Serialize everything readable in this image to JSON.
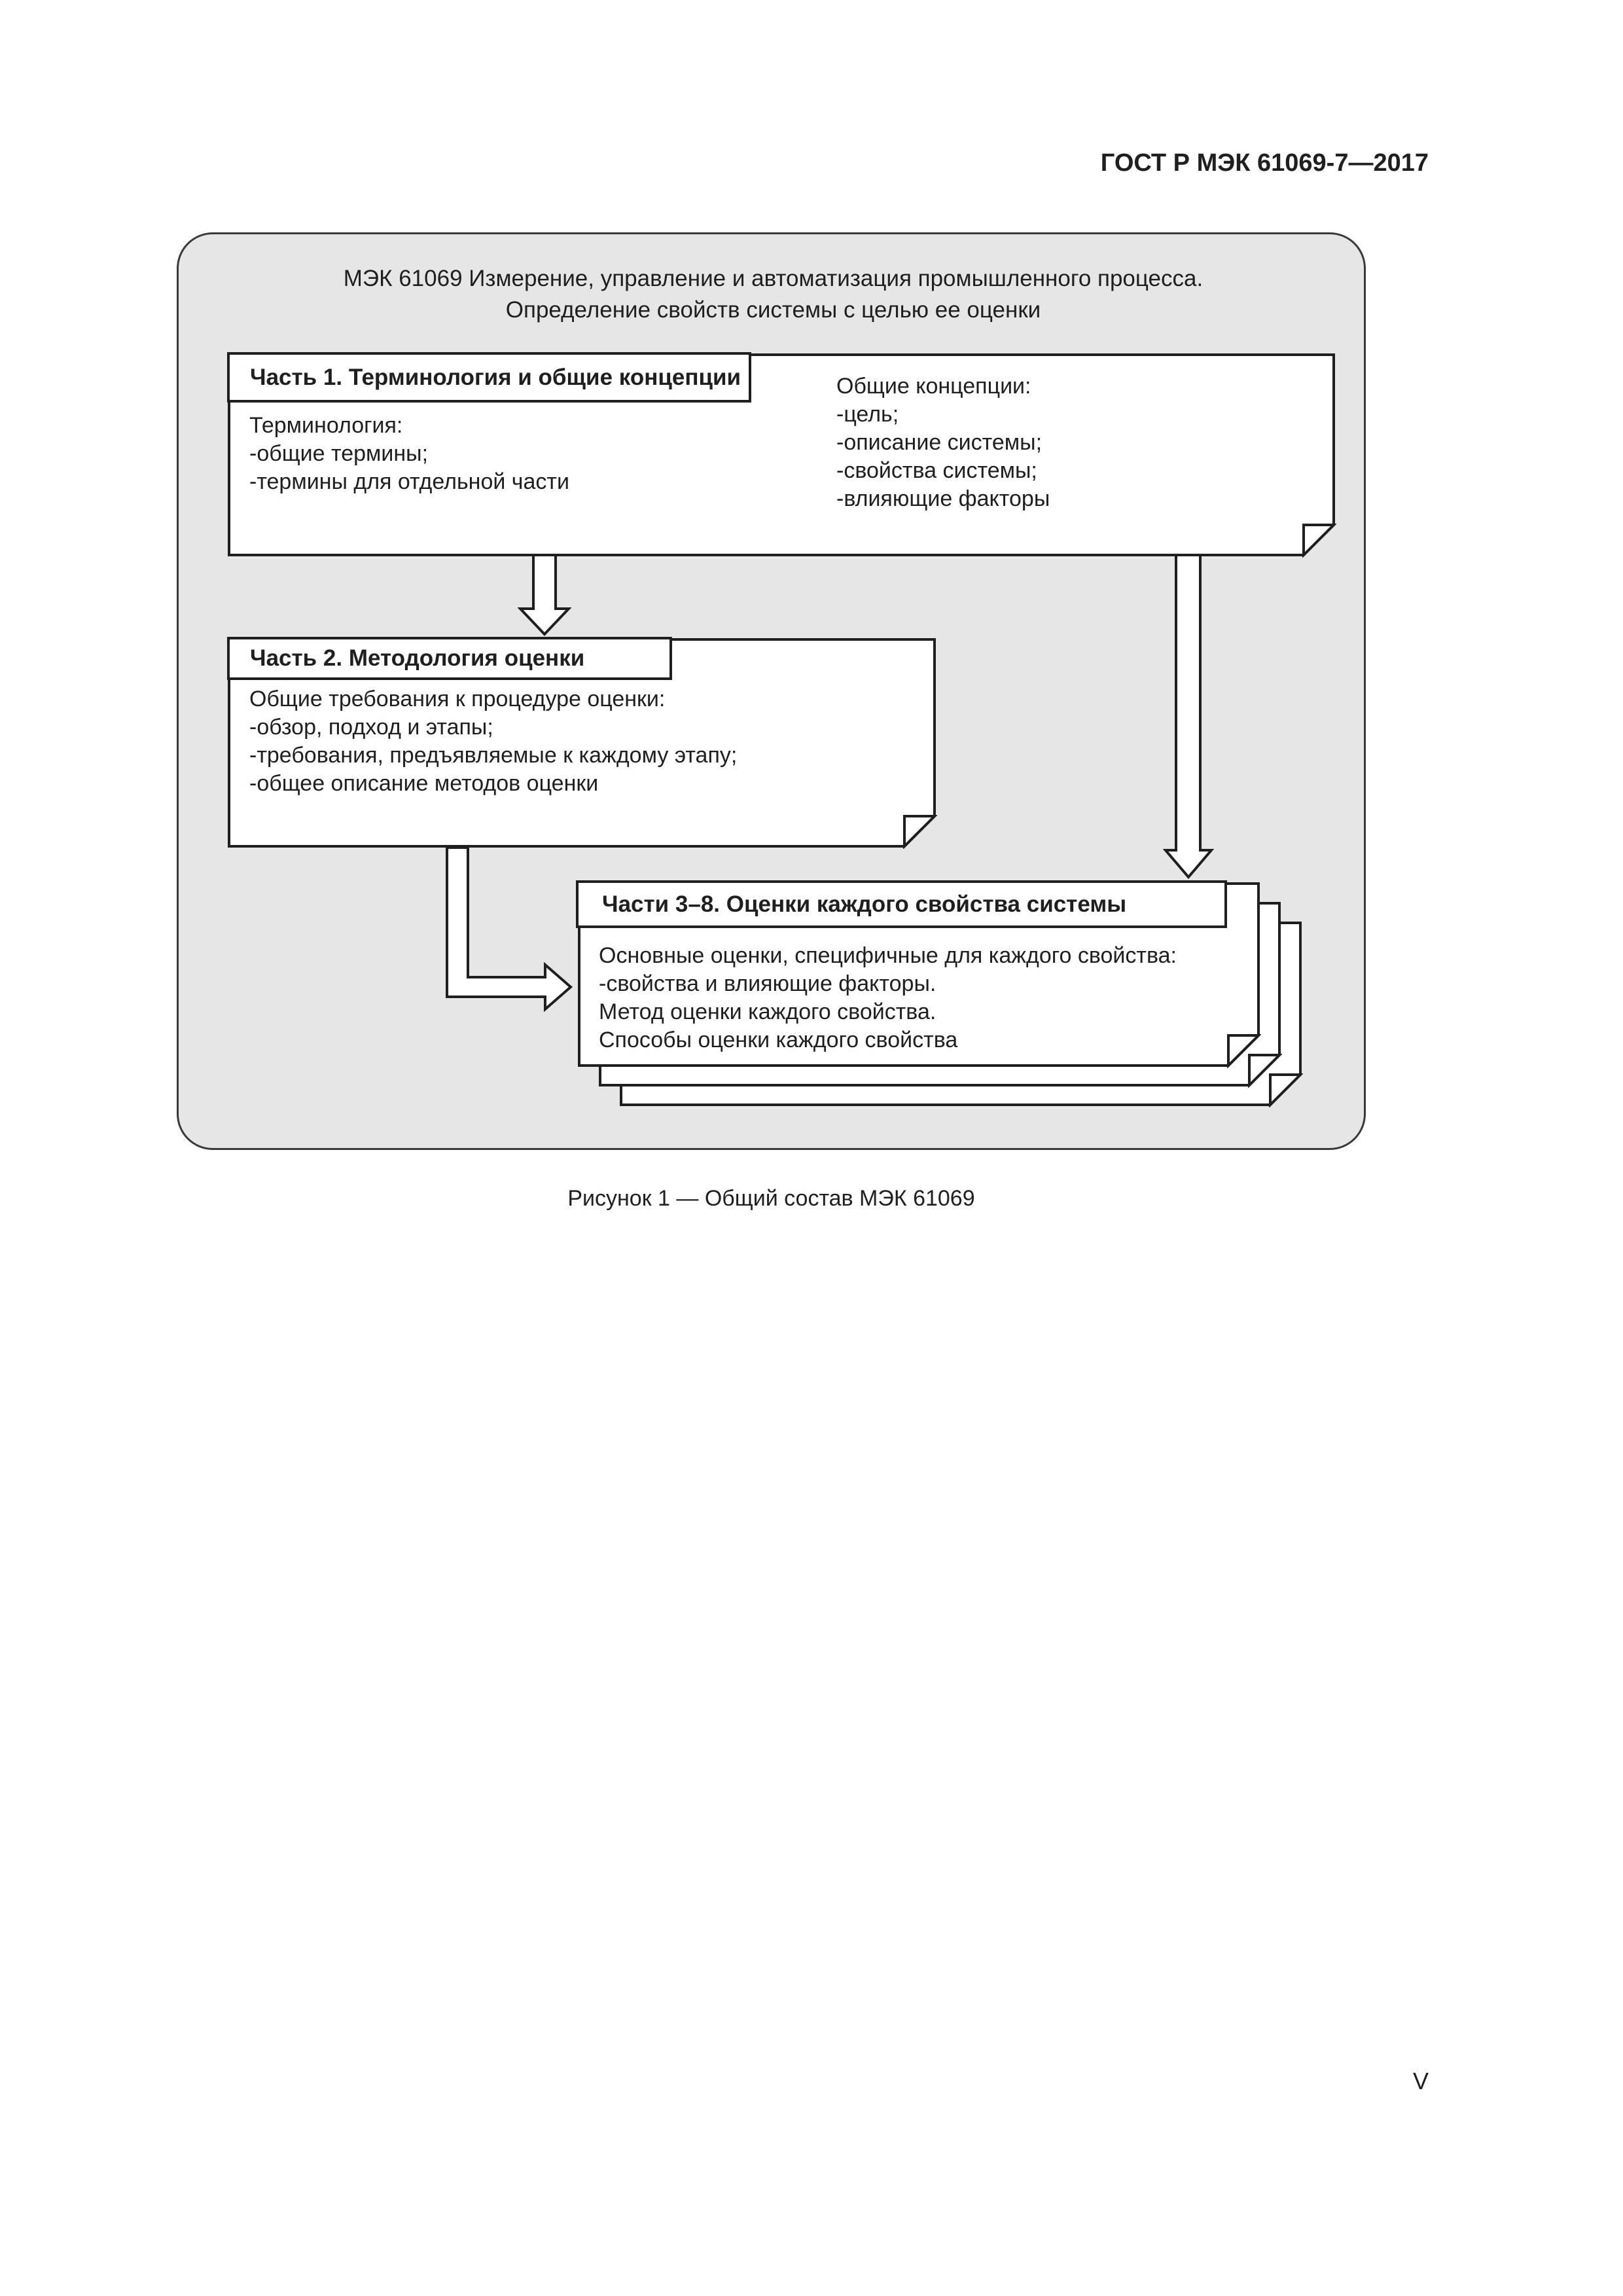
{
  "page": {
    "header": "ГОСТ Р МЭК 61069-7—2017",
    "page_number": "V"
  },
  "figure": {
    "title_line1": "МЭК 61069 Измерение, управление и автоматизация промышленного процесса.",
    "title_line2": "Определение свойств системы с целью ее оценки",
    "caption": "Рисунок 1 — Общий состав МЭК 61069",
    "part1": {
      "header": "Часть 1. Терминология и общие концепции",
      "left_lines": [
        "Терминология:",
        "-общие термины;",
        "-термины для отдельной части"
      ],
      "right_lines": [
        "Общие концепции:",
        "-цель;",
        "-описание системы;",
        "-свойства системы;",
        "-влияющие факторы"
      ]
    },
    "part2": {
      "header": "Часть 2. Методология оценки",
      "lines": [
        "Общие требования к процедуре оценки:",
        "-обзор, подход и этапы;",
        "-требования, предъявляемые к каждому этапу;",
        "-общее описание методов оценки"
      ]
    },
    "part38": {
      "header": "Части 3–8. Оценки каждого свойства системы",
      "lines": [
        "Основные оценки, специфичные для каждого свойства:",
        "-свойства и влияющие факторы.",
        "Метод оценки каждого свойства.",
        "Способы оценки каждого свойства"
      ]
    },
    "colors": {
      "panel_bg": "#e6e6e6",
      "panel_border": "#3a3a3a",
      "box_fill": "#ffffff",
      "ink": "#1f1f1f"
    }
  }
}
